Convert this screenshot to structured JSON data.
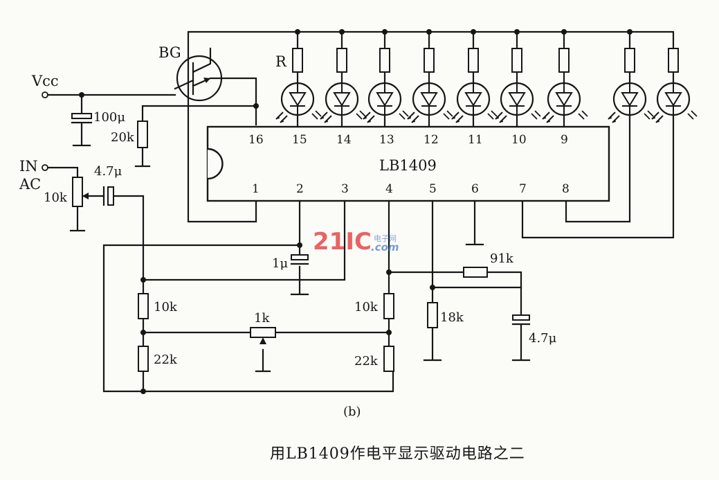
{
  "ic": {
    "name": "LB1409",
    "pins_top": [
      "16",
      "15",
      "14",
      "13",
      "12",
      "11",
      "10",
      "9"
    ],
    "pins_bottom": [
      "1",
      "2",
      "3",
      "4",
      "5",
      "6",
      "7",
      "8"
    ]
  },
  "labels": {
    "transistor": "BG",
    "led_resistor": "R",
    "supply": "Vcc",
    "input_in": "IN",
    "input_ac": "AC",
    "cap_100": "100μ",
    "res_20k": "20k",
    "pot_10k": "10k",
    "cap_in": "4.7μ",
    "cap_1u": "1μ",
    "res_10k_left": "10k",
    "res_22k_left": "22k",
    "pot_1k": "1k",
    "res_10k_right": "10k",
    "res_22k_right": "22k",
    "res_91k": "91k",
    "res_18k": "18k",
    "cap_47_right": "4.7μ",
    "subfig": "(b)"
  },
  "caption": "用LB1409作电平显示驱动电路之二",
  "watermark": {
    "brand": "21IC",
    "sub": "电子网",
    "domain": ".com"
  }
}
